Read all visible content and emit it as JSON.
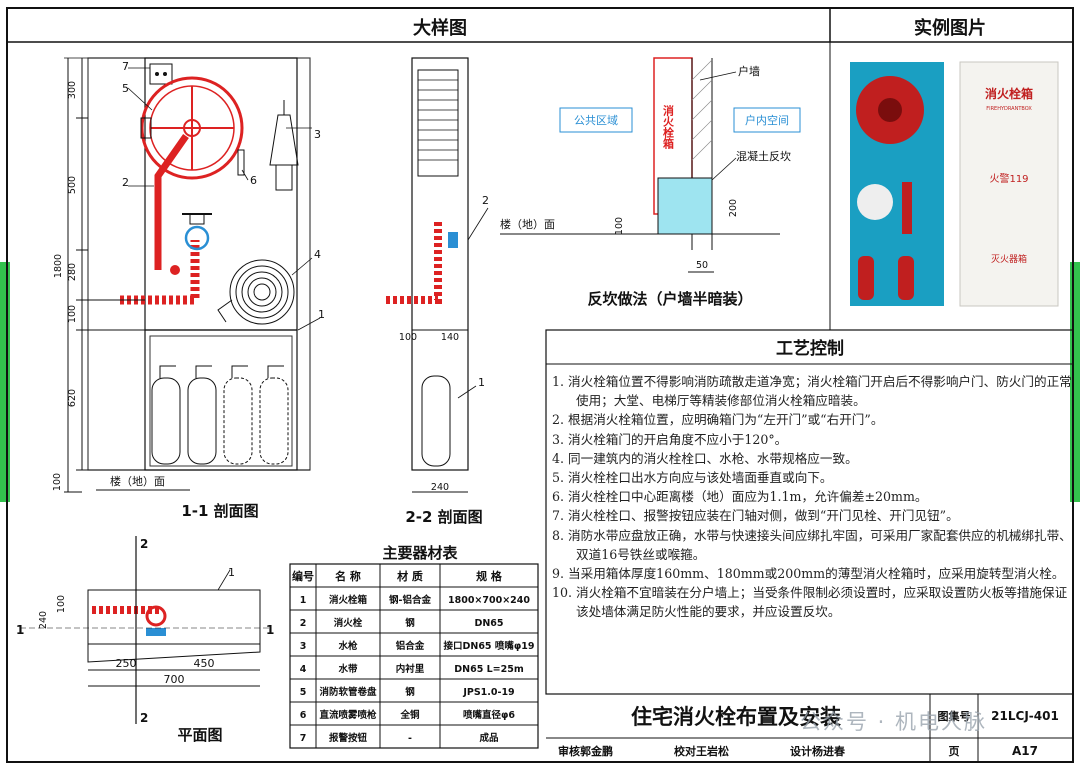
{
  "headers": {
    "left": "大样图",
    "right": "实例图片",
    "process": "工艺控制",
    "table": "主要器材表"
  },
  "views": {
    "section11": "1-1 剖面图",
    "section22": "2-2 剖面图",
    "plan": "平面图",
    "curb": "反坎做法（户墙半暗装）"
  },
  "dims_11": {
    "d300": "300",
    "d500": "500",
    "d280": "280",
    "d100a": "100",
    "d620": "620",
    "d100b": "100",
    "d1800": "1800",
    "floor": "楼（地）面"
  },
  "dims_22": {
    "d100": "100",
    "d140": "140",
    "d240": "240"
  },
  "dims_plan": {
    "d240": "240",
    "d100": "100",
    "d250": "250",
    "d450": "450",
    "d700": "700",
    "s2": "2",
    "s1": "1"
  },
  "callouts": {
    "c1": "1",
    "c2": "2",
    "c3": "3",
    "c4": "4",
    "c5": "5",
    "c6": "6",
    "c7": "7"
  },
  "curb": {
    "public": "公共区域",
    "indoor": "户内空间",
    "wall": "户墙",
    "box": "消火栓箱",
    "concrete": "混凝土反坎",
    "floor": "楼（地）面",
    "d100": "100",
    "d200": "200",
    "d50": "50"
  },
  "photo": {
    "box_title": "消火栓箱",
    "box_sub": "FIREHYDRANTBOX",
    "hose_label": "火警119",
    "ext_label": "灭火器箱"
  },
  "table": {
    "columns": [
      "编号",
      "名 称",
      "材 质",
      "规 格"
    ],
    "rows": [
      [
        "1",
        "消火栓箱",
        "钢-铝合金",
        "1800×700×240"
      ],
      [
        "2",
        "消火栓",
        "钢",
        "DN65"
      ],
      [
        "3",
        "水枪",
        "铝合金",
        "接口DN65 喷嘴φ19"
      ],
      [
        "4",
        "水带",
        "内衬里",
        "DN65 L=25m"
      ],
      [
        "5",
        "消防软管卷盘",
        "钢",
        "JPS1.0-19"
      ],
      [
        "6",
        "直流喷雾喷枪",
        "全铜",
        "喷嘴直径φ6"
      ],
      [
        "7",
        "报警按钮",
        "-",
        "成品"
      ]
    ]
  },
  "notes": [
    "1. 消火栓箱位置不得影响消防疏散走道净宽；消火栓箱门开启后不得影响户门、防火门的正常使用；大堂、电梯厅等精装修部位消火栓箱应暗装。",
    "2. 根据消火栓箱位置，应明确箱门为“左开门”或“右开门”。",
    "3. 消火栓箱门的开启角度不应小于120°。",
    "4. 同一建筑内的消火栓栓口、水枪、水带规格应一致。",
    "5. 消火栓栓口出水方向应与该处墙面垂直或向下。",
    "6. 消火栓栓口中心距离楼（地）面应为1.1m，允许偏差±20mm。",
    "7. 消火栓栓口、报警按钮应装在门轴对侧，做到“开门见栓、开门见钮”。",
    "8. 消防水带应盘放正确，水带与快速接头间应绑扎牢固，可采用厂家配套供应的机械绑扎带、双道16号铁丝或喉箍。",
    "9. 当采用箱体厚度160mm、180mm或200mm的薄型消火栓箱时，应采用旋转型消火栓。",
    "10. 消火栓箱不宜暗装在分户墙上；当受条件限制必须设置时，应采取设置防火板等措施保证该处墙体满足防火性能的要求，并应设置反坎。"
  ],
  "title": "住宅消火栓布置及安装",
  "atlas_label": "图集号",
  "atlas_no": "21LCJ-401",
  "sign": {
    "review": "审核",
    "reviewer": "郭金鹏",
    "check": "校对",
    "checker": "王岩松",
    "design": "设计",
    "designer": "杨进春",
    "page_label": "页",
    "page": "A17"
  },
  "watermark": "公众号 · 机电人脉"
}
